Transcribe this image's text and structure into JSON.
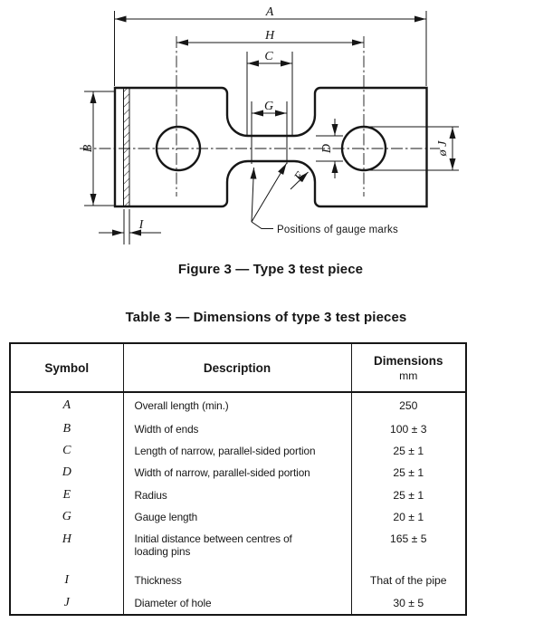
{
  "figure": {
    "caption": "Figure 3 — Type 3 test piece",
    "annotation": "Positions of gauge marks",
    "labels": {
      "A": "A",
      "H": "H",
      "C": "C",
      "G": "G",
      "B": "B",
      "D": "D",
      "E": "E",
      "I": "I",
      "J": "ø J"
    }
  },
  "table": {
    "title": "Table 3 — Dimensions of type 3 test pieces",
    "headers": {
      "symbol": "Symbol",
      "description": "Description",
      "dimensions": "Dimensions",
      "unit": "mm"
    },
    "rows": [
      {
        "symbol": "A",
        "description": "Overall length (min.)",
        "dimension": "250"
      },
      {
        "symbol": "B",
        "description": "Width of ends",
        "dimension": "100 ± 3"
      },
      {
        "symbol": "C",
        "description": "Length of narrow, parallel-sided portion",
        "dimension": "25 ± 1"
      },
      {
        "symbol": "D",
        "description": "Width of narrow, parallel-sided portion",
        "dimension": "25 ± 1"
      },
      {
        "symbol": "E",
        "description": "Radius",
        "dimension": "25 ± 1"
      },
      {
        "symbol": "G",
        "description": "Gauge length",
        "dimension": "20 ± 1"
      },
      {
        "symbol": "H",
        "description": "Initial distance between centres of loading pins",
        "dimension": "165 ± 5"
      },
      {
        "symbol": "I",
        "description": "Thickness",
        "dimension": "That of the pipe"
      },
      {
        "symbol": "J",
        "description": "Diameter of hole",
        "dimension": "30 ± 5"
      }
    ]
  },
  "colors": {
    "ink": "#161616",
    "paper": "#ffffff"
  }
}
